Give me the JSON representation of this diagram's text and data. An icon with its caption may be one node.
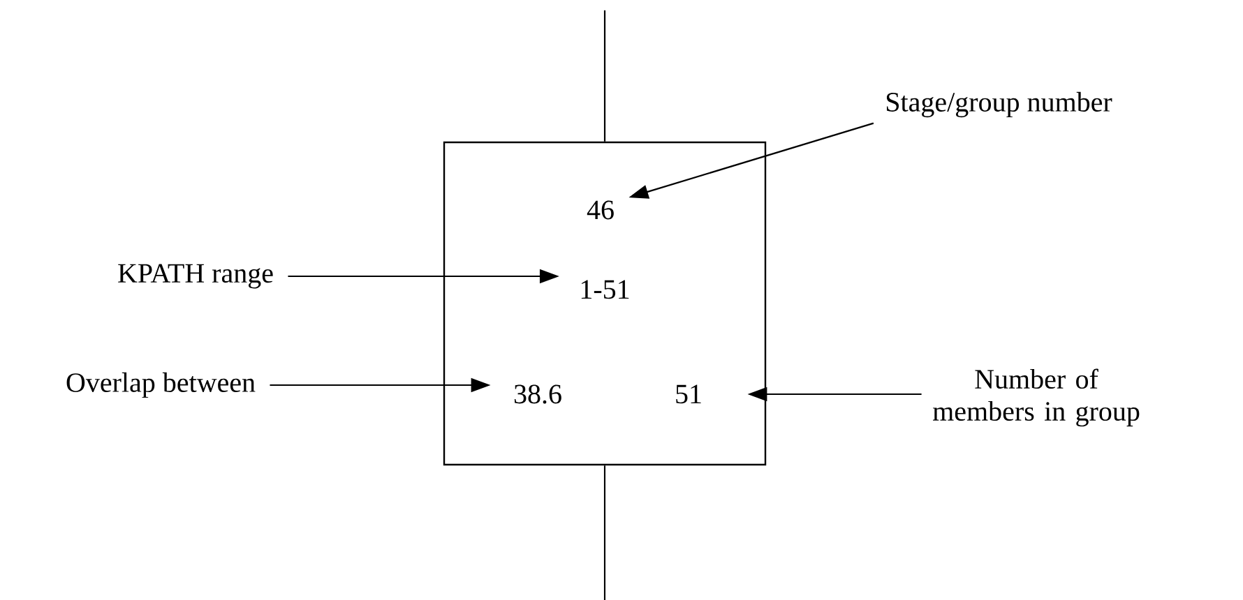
{
  "diagram": {
    "nodes": [
      {
        "text": [],
        "shape": "box"
      },
      {
        "text": [
          "46"
        ],
        "in": 0
      },
      {
        "text": [
          "1-51"
        ],
        "in": 0
      },
      {
        "text": [
          "38.6"
        ],
        "in": 0
      },
      {
        "text": [
          "51"
        ],
        "in": 0
      },
      {
        "text": [
          "Stage/group number"
        ]
      },
      {
        "text": [
          "KPATH range"
        ]
      },
      {
        "text": [
          "Overlap between"
        ]
      },
      {
        "text": [
          "Number of members in group"
        ]
      }
    ],
    "edges": [
      {
        "from": null,
        "to": 0,
        "arrow": "none"
      },
      {
        "from": 0,
        "to": null,
        "arrow": "none"
      },
      {
        "from": 5,
        "to": 1,
        "arrow": "to"
      },
      {
        "from": 6,
        "to": 2,
        "arrow": "to"
      },
      {
        "from": 7,
        "to": 3,
        "arrow": "to"
      },
      {
        "from": 8,
        "to": 4,
        "arrow": "to"
      }
    ]
  }
}
